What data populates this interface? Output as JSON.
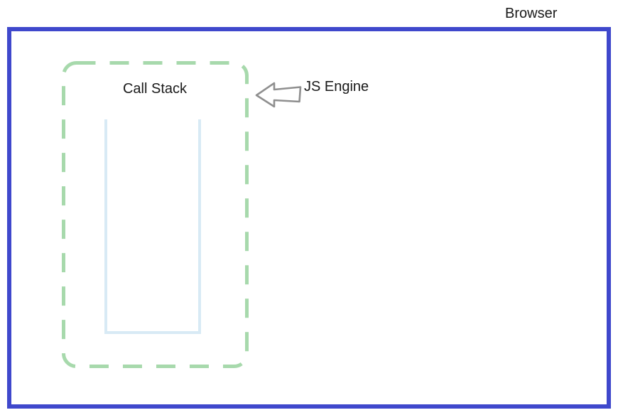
{
  "diagram": {
    "browser_label": "Browser",
    "js_engine": {
      "label": "JS Engine",
      "call_stack_label": "Call Stack"
    }
  },
  "icons": {
    "left_arrow": "left-block-arrow"
  },
  "colors": {
    "browser-border": "#3F48CC",
    "engine-dash": "#A7D9AC",
    "stack-stroke": "#D8EAF5",
    "arrow-stroke": "#8F8F8F",
    "arrow-fill": "#FFFFFF",
    "text": "#1A1A1A",
    "background": "#FFFFFF"
  }
}
